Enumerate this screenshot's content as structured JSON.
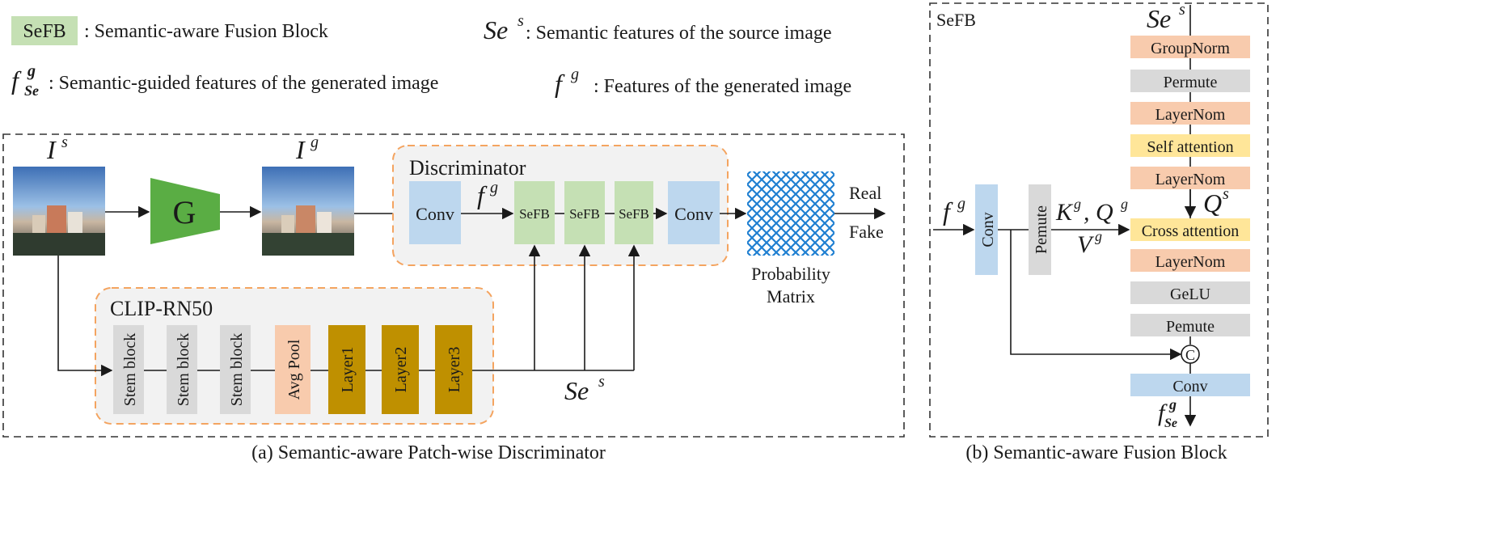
{
  "legend": {
    "sefb_badge": "SeFB",
    "sefb_desc": ": Semantic-aware Fusion Block",
    "ses_symbol": "Se",
    "ses_sup": "s",
    "ses_desc": ": Semantic features of the source image",
    "fseg_symbol": "f",
    "fseg_sup": "g",
    "fseg_sub": "Se",
    "fseg_desc": ": Semantic-guided features of the generated image",
    "fg_symbol": "f",
    "fg_sup": "g",
    "fg_desc": ": Features of the generated image"
  },
  "panel_a": {
    "caption": "(a) Semantic-aware Patch-wise Discriminator",
    "source_label": "I",
    "source_sup": "s",
    "generated_label": "I",
    "generated_sup": "g",
    "generator_label": "G",
    "discriminator_title": "Discriminator",
    "disc_conv1": "Conv",
    "fg_label": "f",
    "fg_sup": "g",
    "sefb_blocks": [
      "SeFB",
      "SeFB",
      "SeFB"
    ],
    "disc_conv2": "Conv",
    "prob_label_line1": "Probability",
    "prob_label_line2": "Matrix",
    "real_label": "Real",
    "fake_label": "Fake",
    "clip_title": "CLIP-RN50",
    "clip_blocks": [
      "Stem block",
      "Stem block",
      "Stem block",
      "Avg Pool",
      "Layer1",
      "Layer2",
      "Layer3"
    ],
    "ses_label": "Se",
    "ses_sup": "s"
  },
  "panel_b": {
    "title": "SeFB",
    "caption": "(b) Semantic-aware Fusion Block",
    "ses_input": "Se",
    "ses_input_sup": "s",
    "fg_input": "f",
    "fg_input_sup": "g",
    "conv_vertical": "Conv",
    "pemute_vertical": "Pemute",
    "kq_label": "K",
    "kq_sup1": "g",
    "kq_mid": ", Q",
    "kq_sup2": "g",
    "v_label": "V",
    "v_sup": "g",
    "qs_label": "Q",
    "qs_sup": "s",
    "stack": [
      "GroupNorm",
      "Permute",
      "LayerNom",
      "Self attention",
      "LayerNom",
      "Cross attention",
      "LayerNom",
      "GeLU",
      "Pemute"
    ],
    "concat_symbol": "C",
    "out_conv": "Conv",
    "out_symbol": "f",
    "out_sup": "g",
    "out_sub": "Se"
  },
  "colors": {
    "green_badge": "#c5e0b4",
    "generator_green": "#5aad44",
    "conv_blue": "#bdd7ee",
    "sefb_green": "#c5e0b4",
    "stem_gray": "#d9d9d9",
    "avgpool_peach": "#f8cbad",
    "layer_gold": "#bf9000",
    "norm_orange": "#f8cbad",
    "attention_yellow": "#ffe699",
    "dashed_orange": "#f4a460",
    "panel_fill": "#f2f2f2",
    "prob_blue": "#1f7fd1"
  }
}
